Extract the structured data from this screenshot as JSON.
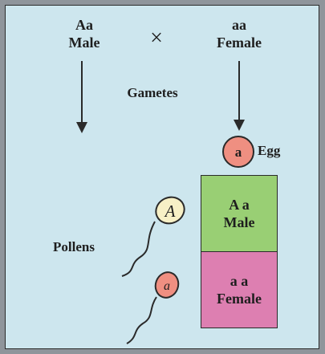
{
  "parents": {
    "male": {
      "genotype": "Aa",
      "sex": "Male"
    },
    "cross_symbol": "×",
    "female": {
      "genotype": "aa",
      "sex": "Female"
    }
  },
  "gametes_label": "Gametes",
  "egg": {
    "allele": "a",
    "label": "Egg"
  },
  "offspring": [
    {
      "genotype": "A a",
      "sex": "Male",
      "color": "#99cf74"
    },
    {
      "genotype": "a a",
      "sex": "Female",
      "color": "#dd7fb1"
    }
  ],
  "pollen": {
    "label": "Pollens",
    "grains": [
      {
        "allele": "A",
        "color": "#f7f0c6"
      },
      {
        "allele": "a",
        "color": "#ef8f81"
      }
    ]
  },
  "colors": {
    "background": "#cde6ee",
    "egg": "#ef8f81",
    "outline": "#2a2a2a"
  }
}
